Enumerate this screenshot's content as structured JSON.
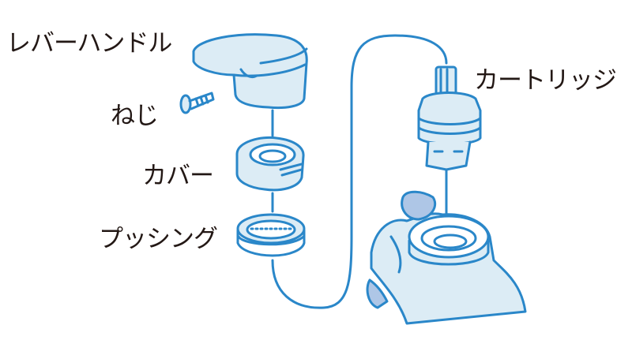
{
  "labels": {
    "lever_handle": "レバーハンドル",
    "screw": "ねじ",
    "cover": "カバー",
    "bushing": "プッシング",
    "cartridge": "カートリッジ"
  },
  "colors": {
    "stroke": "#2a87c9",
    "fill": "#dceff7",
    "text": "#231815"
  }
}
